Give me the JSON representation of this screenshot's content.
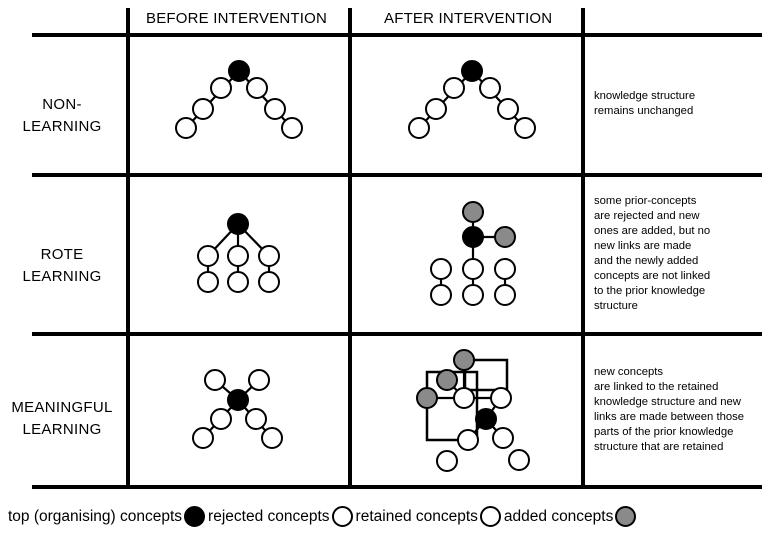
{
  "columns": {
    "before": "BEFORE INTERVENTION",
    "after": "AFTER INTERVENTION"
  },
  "rows": [
    {
      "label_lines": [
        "NON-",
        "LEARNING"
      ],
      "description_lines": [
        "knowledge structure",
        "remains unchanged"
      ]
    },
    {
      "label_lines": [
        "ROTE",
        "LEARNING"
      ],
      "description_lines": [
        "some prior-concepts",
        "are rejected and new",
        "ones are added, but no",
        "new links are made",
        "and the newly added",
        "concepts are not linked",
        "to the prior knowledge",
        "structure"
      ]
    },
    {
      "label_lines": [
        "MEANINGFUL",
        "LEARNING"
      ],
      "description_lines": [
        "new concepts",
        "are linked to the retained",
        "knowledge structure and new",
        "links are made between those",
        "parts of the prior knowledge",
        "structure that are retained"
      ]
    }
  ],
  "legend": {
    "top_label": "top (organising) concepts",
    "rejected_label": "rejected concepts",
    "retained_label": "retained concepts",
    "added_label": "added concepts"
  },
  "colors": {
    "top_concept": "#000000",
    "retained_concept": "#ffffff",
    "added_concept": "#8a8a8a",
    "line": "#000000"
  }
}
